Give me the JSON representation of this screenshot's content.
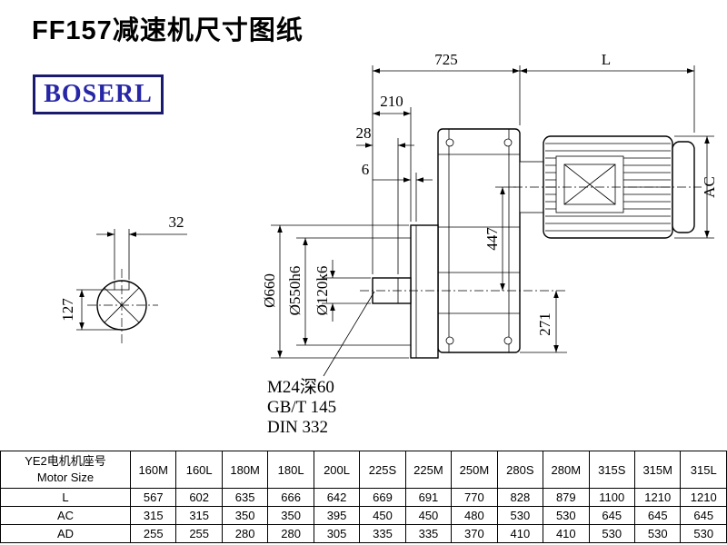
{
  "page": {
    "title": "FF157减速机尺寸图纸",
    "logo": "BOSERL"
  },
  "drawing": {
    "dims": {
      "top_width": "725",
      "motor_length": "L",
      "d210": "210",
      "d28": "28",
      "d6": "6",
      "d32": "32",
      "d127": "127",
      "dia660": "Ø660",
      "dia550": "Ø550h6",
      "dia120": "Ø120k6",
      "d447": "447",
      "d271": "271",
      "ac": "AC"
    },
    "notes": [
      "M24深60",
      "GB/T 145",
      "DIN 332"
    ]
  },
  "table": {
    "header_title_cn": "YE2电机机座号",
    "header_title_en": "Motor Size",
    "columns": [
      "160M",
      "160L",
      "180M",
      "180L",
      "200L",
      "225S",
      "225M",
      "250M",
      "280S",
      "280M",
      "315S",
      "315M",
      "315L"
    ],
    "rows": [
      {
        "label": "L",
        "values": [
          "567",
          "602",
          "635",
          "666",
          "642",
          "669",
          "691",
          "770",
          "828",
          "879",
          "1100",
          "1210",
          "1210"
        ]
      },
      {
        "label": "AC",
        "values": [
          "315",
          "315",
          "350",
          "350",
          "395",
          "450",
          "450",
          "480",
          "530",
          "530",
          "645",
          "645",
          "645"
        ]
      },
      {
        "label": "AD",
        "values": [
          "255",
          "255",
          "280",
          "280",
          "305",
          "335",
          "335",
          "370",
          "410",
          "410",
          "530",
          "530",
          "530"
        ]
      }
    ]
  }
}
